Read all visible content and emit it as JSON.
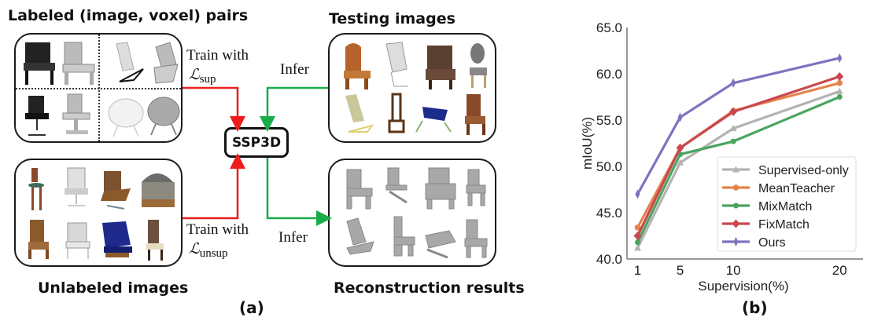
{
  "figure_a": {
    "label": "(a)",
    "labeled_title": "Labeled (image, voxel) pairs",
    "unlabeled_title": "Unlabeled images",
    "testing_title": "Testing images",
    "reconstruction_title": "Reconstruction results",
    "model_name": "SSP3D",
    "train_sup_text": "Train with",
    "train_sup_loss": "L",
    "train_sup_subscript": "sup",
    "train_unsup_text": "Train with",
    "train_unsup_loss": "L",
    "train_unsup_subscript": "unsup",
    "infer_top": "Infer",
    "infer_bottom": "Infer",
    "colors": {
      "train_arrow": "#ee1c1c",
      "infer_arrow": "#1aab4a"
    }
  },
  "figure_b": {
    "label": "(b)"
  },
  "chart_data": {
    "type": "line",
    "title": "",
    "xlabel": "Supervision(%)",
    "ylabel": "mIoU(%)",
    "x": [
      1,
      5,
      10,
      20
    ],
    "xticks": [
      "1",
      "5",
      "10",
      "20"
    ],
    "yticks": [
      "40.0",
      "45.0",
      "50.0",
      "55.0",
      "60.0",
      "65.0"
    ],
    "ylim": [
      40,
      65
    ],
    "xlim": [
      0,
      22.2
    ],
    "grid": false,
    "legend_position": "lower-right",
    "series": [
      {
        "name": "Supervised-only",
        "color": "#b3b3b3",
        "marker": "triangle",
        "values": [
          41.2,
          50.4,
          54.1,
          58.1
        ]
      },
      {
        "name": "MeanTeacher",
        "color": "#e5844b",
        "marker": "circle",
        "values": [
          43.4,
          52.0,
          56.0,
          59.0
        ]
      },
      {
        "name": "MixMatch",
        "color": "#4aa55f",
        "marker": "pentagon",
        "values": [
          41.8,
          51.3,
          52.7,
          57.5
        ]
      },
      {
        "name": "FixMatch",
        "color": "#c94850",
        "marker": "diamond",
        "values": [
          42.5,
          52.0,
          55.9,
          59.7
        ]
      },
      {
        "name": "Ours",
        "color": "#7f72c0",
        "marker": "thin-diamond",
        "values": [
          47.0,
          55.3,
          59.0,
          61.7
        ]
      }
    ]
  }
}
